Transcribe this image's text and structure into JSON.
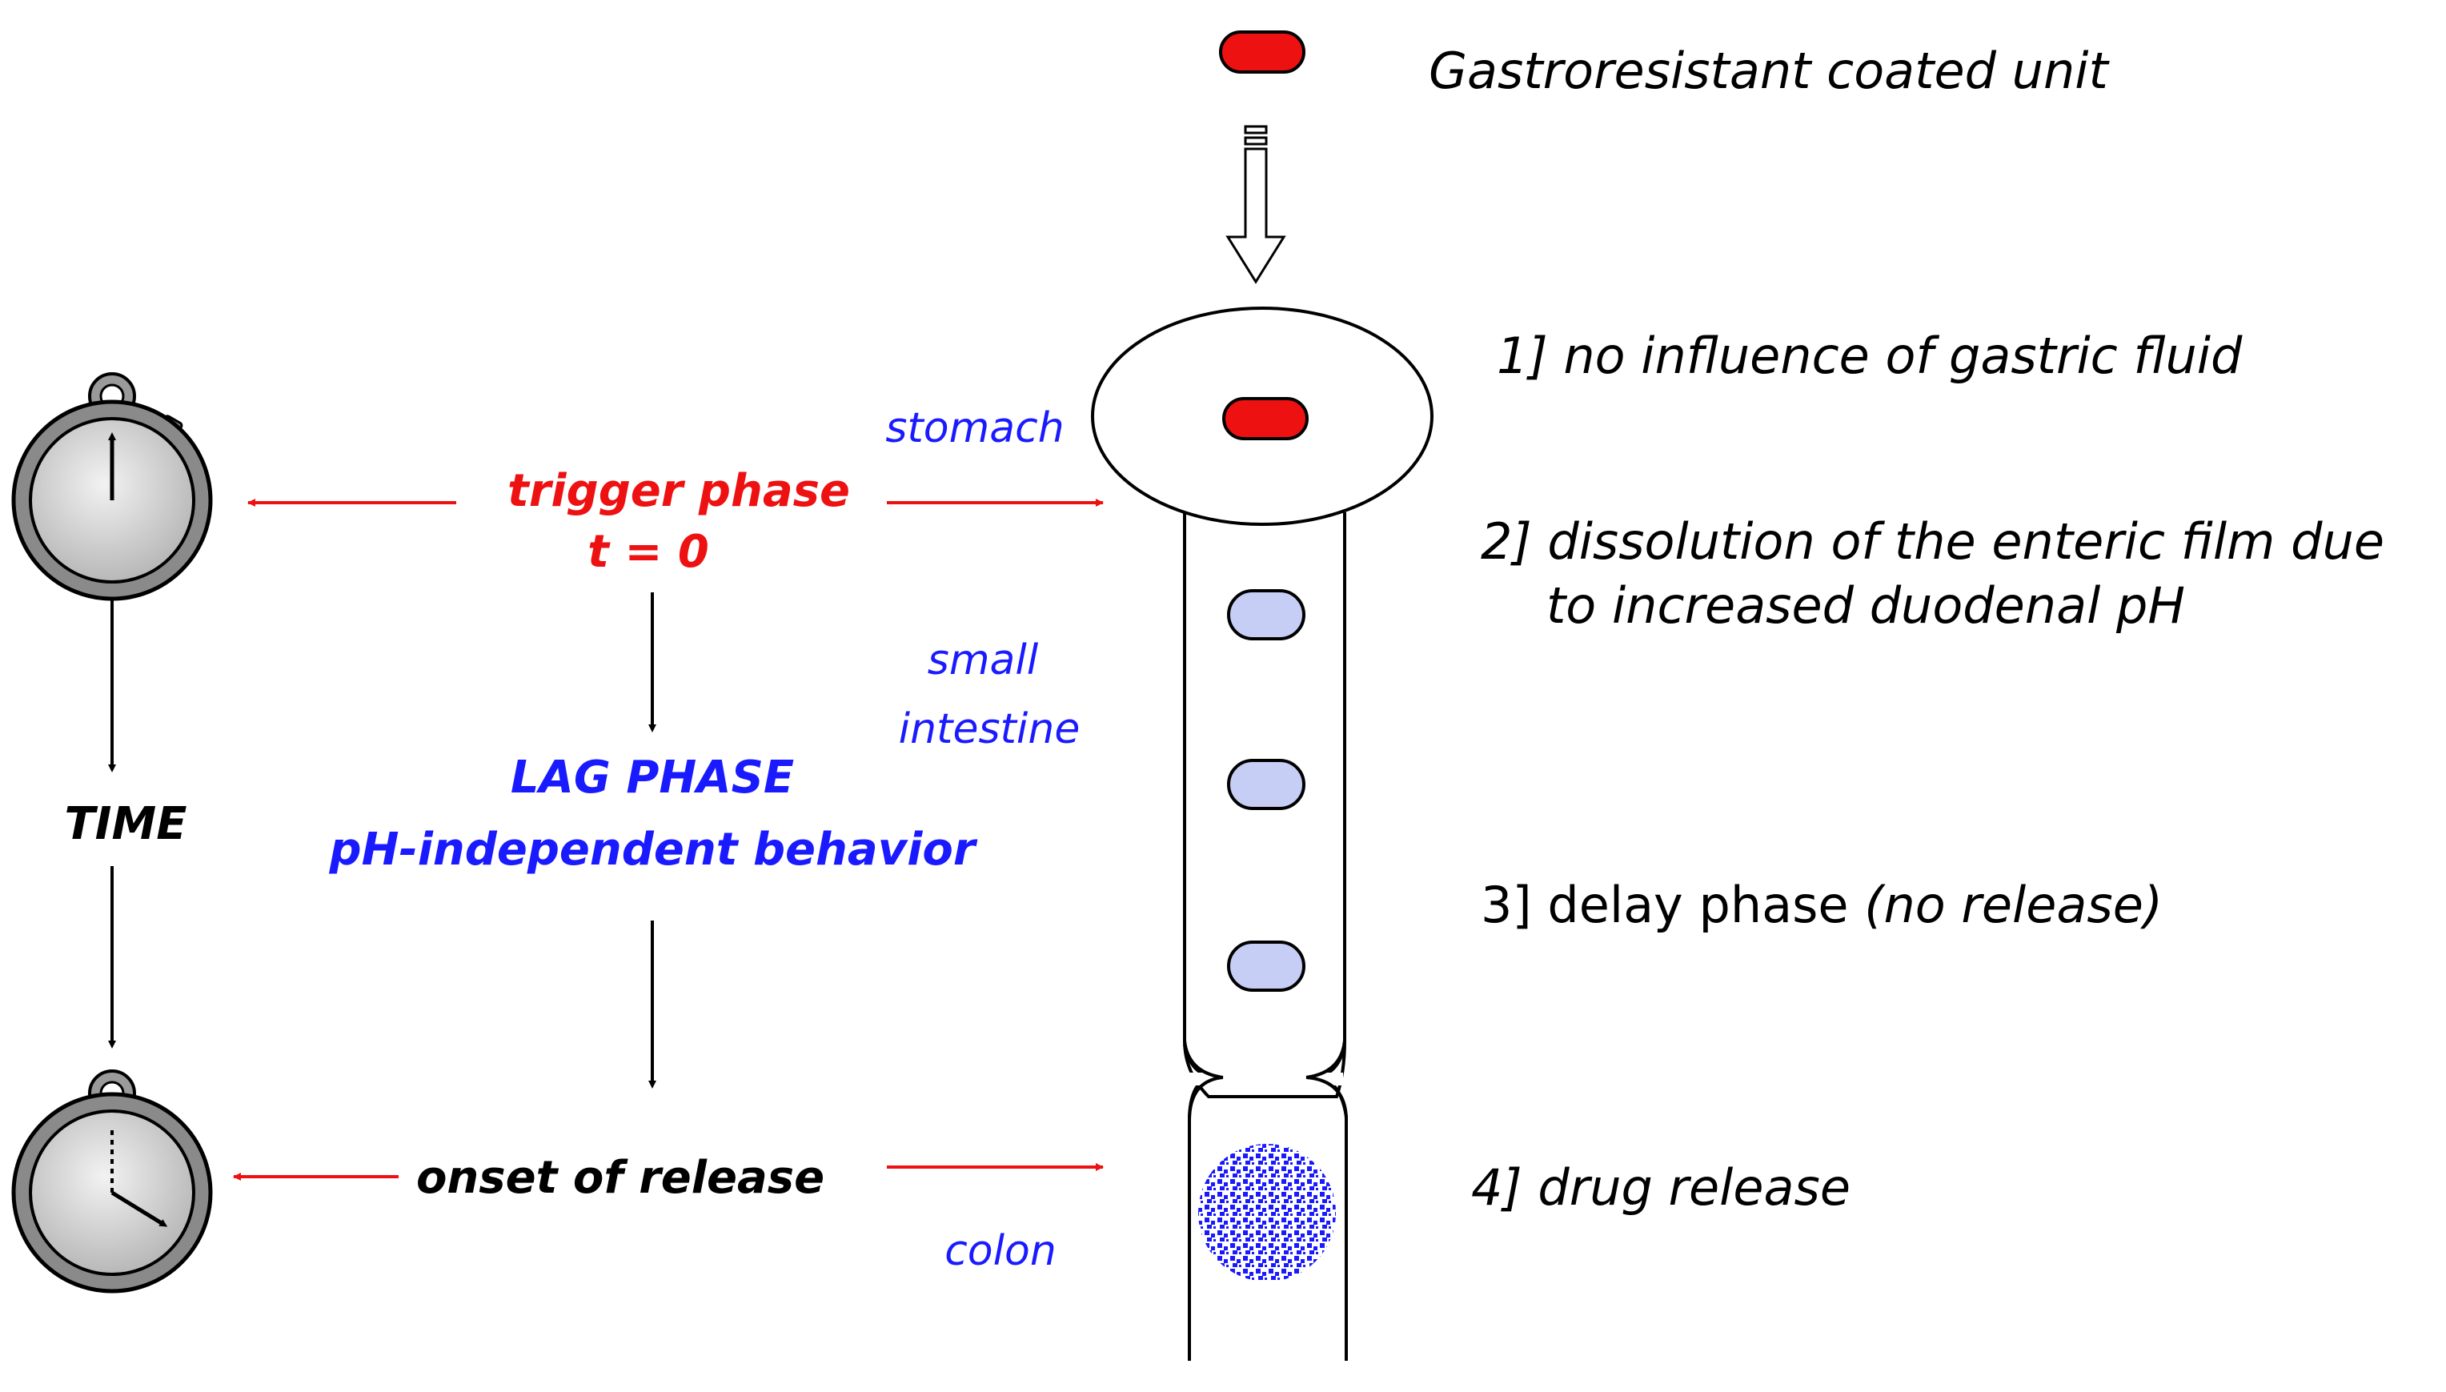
{
  "top_label": "Gastroresistant coated unit",
  "steps": [
    "1] no influence of gastric fluid",
    "2] dissolution of the enteric film due",
    "to increased duodenal pH",
    "3] delay phase (no release)",
    "4] drug release"
  ],
  "step3_part1": "3] delay phase ",
  "step3_part2": "(no release)",
  "organs": {
    "stomach": "stomach",
    "small_line1": "small",
    "small_line2": "intestine",
    "colon": "colon"
  },
  "phases": {
    "trigger": "trigger phase",
    "t_zero": "t = 0",
    "lag": "LAG PHASE",
    "lag_sub": "pH-independent behavior",
    "onset": "onset of release",
    "time": "TIME"
  },
  "colors": {
    "red": "#ee1111",
    "blue": "#1a1aff",
    "capsule_light": "#c6cef5",
    "stopwatch_face": "#d9d9d9",
    "stopwatch_ring": "#7a7a7a"
  }
}
